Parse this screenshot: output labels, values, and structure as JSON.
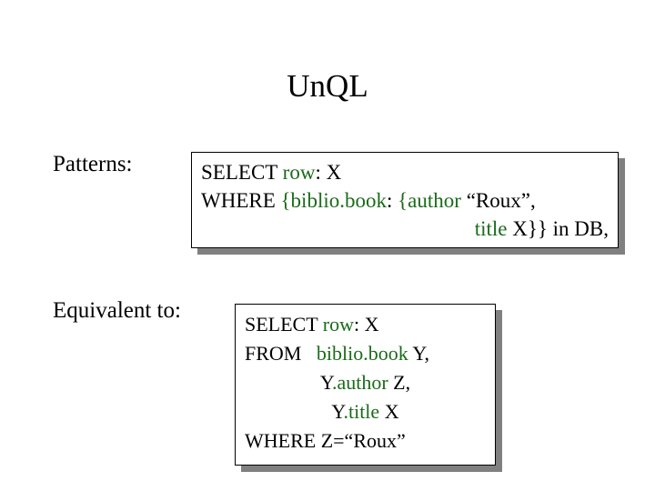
{
  "slide": {
    "title": "UnQL",
    "background_color": "#ffffff",
    "text_color": "#000000",
    "accent_color": "#1a6b1a",
    "shadow_color": "#808080"
  },
  "rows": {
    "patterns_label": "Patterns:",
    "equivalent_label": "Equivalent to:"
  },
  "pattern_box": {
    "lines": [
      {
        "align": "left",
        "tokens": [
          {
            "text": "SELECT ",
            "kind": "kw"
          },
          {
            "text": "row",
            "kind": "path"
          },
          {
            "text": ": X",
            "kind": "plain"
          }
        ]
      },
      {
        "align": "left",
        "tokens": [
          {
            "text": "WHERE ",
            "kind": "kw"
          },
          {
            "text": "{biblio.book",
            "kind": "path"
          },
          {
            "text": ": ",
            "kind": "plain"
          },
          {
            "text": "{author",
            "kind": "path"
          },
          {
            "text": " “Roux”,",
            "kind": "plain"
          }
        ]
      },
      {
        "align": "right",
        "tokens": [
          {
            "text": "title",
            "kind": "path"
          },
          {
            "text": " X}} in DB,",
            "kind": "plain"
          }
        ]
      }
    ]
  },
  "sql_box": {
    "lines": [
      {
        "align": "left",
        "tokens": [
          {
            "text": "SELECT ",
            "kind": "kw"
          },
          {
            "text": "row",
            "kind": "path"
          },
          {
            "text": ": X",
            "kind": "plain"
          }
        ]
      },
      {
        "align": "left",
        "tokens": [
          {
            "text": "FROM   ",
            "kind": "kw"
          },
          {
            "text": "biblio.book",
            "kind": "path"
          },
          {
            "text": " Y,",
            "kind": "plain"
          }
        ]
      },
      {
        "align": "center",
        "tokens": [
          {
            "text": "Y",
            "kind": "plain"
          },
          {
            "text": ".author",
            "kind": "path"
          },
          {
            "text": " Z,",
            "kind": "plain"
          }
        ]
      },
      {
        "align": "center",
        "tokens": [
          {
            "text": "Y",
            "kind": "plain"
          },
          {
            "text": ".title",
            "kind": "path"
          },
          {
            "text": " X",
            "kind": "plain"
          }
        ]
      },
      {
        "align": "left",
        "tokens": [
          {
            "text": "WHERE Z=“Roux”",
            "kind": "kw"
          }
        ]
      }
    ]
  }
}
